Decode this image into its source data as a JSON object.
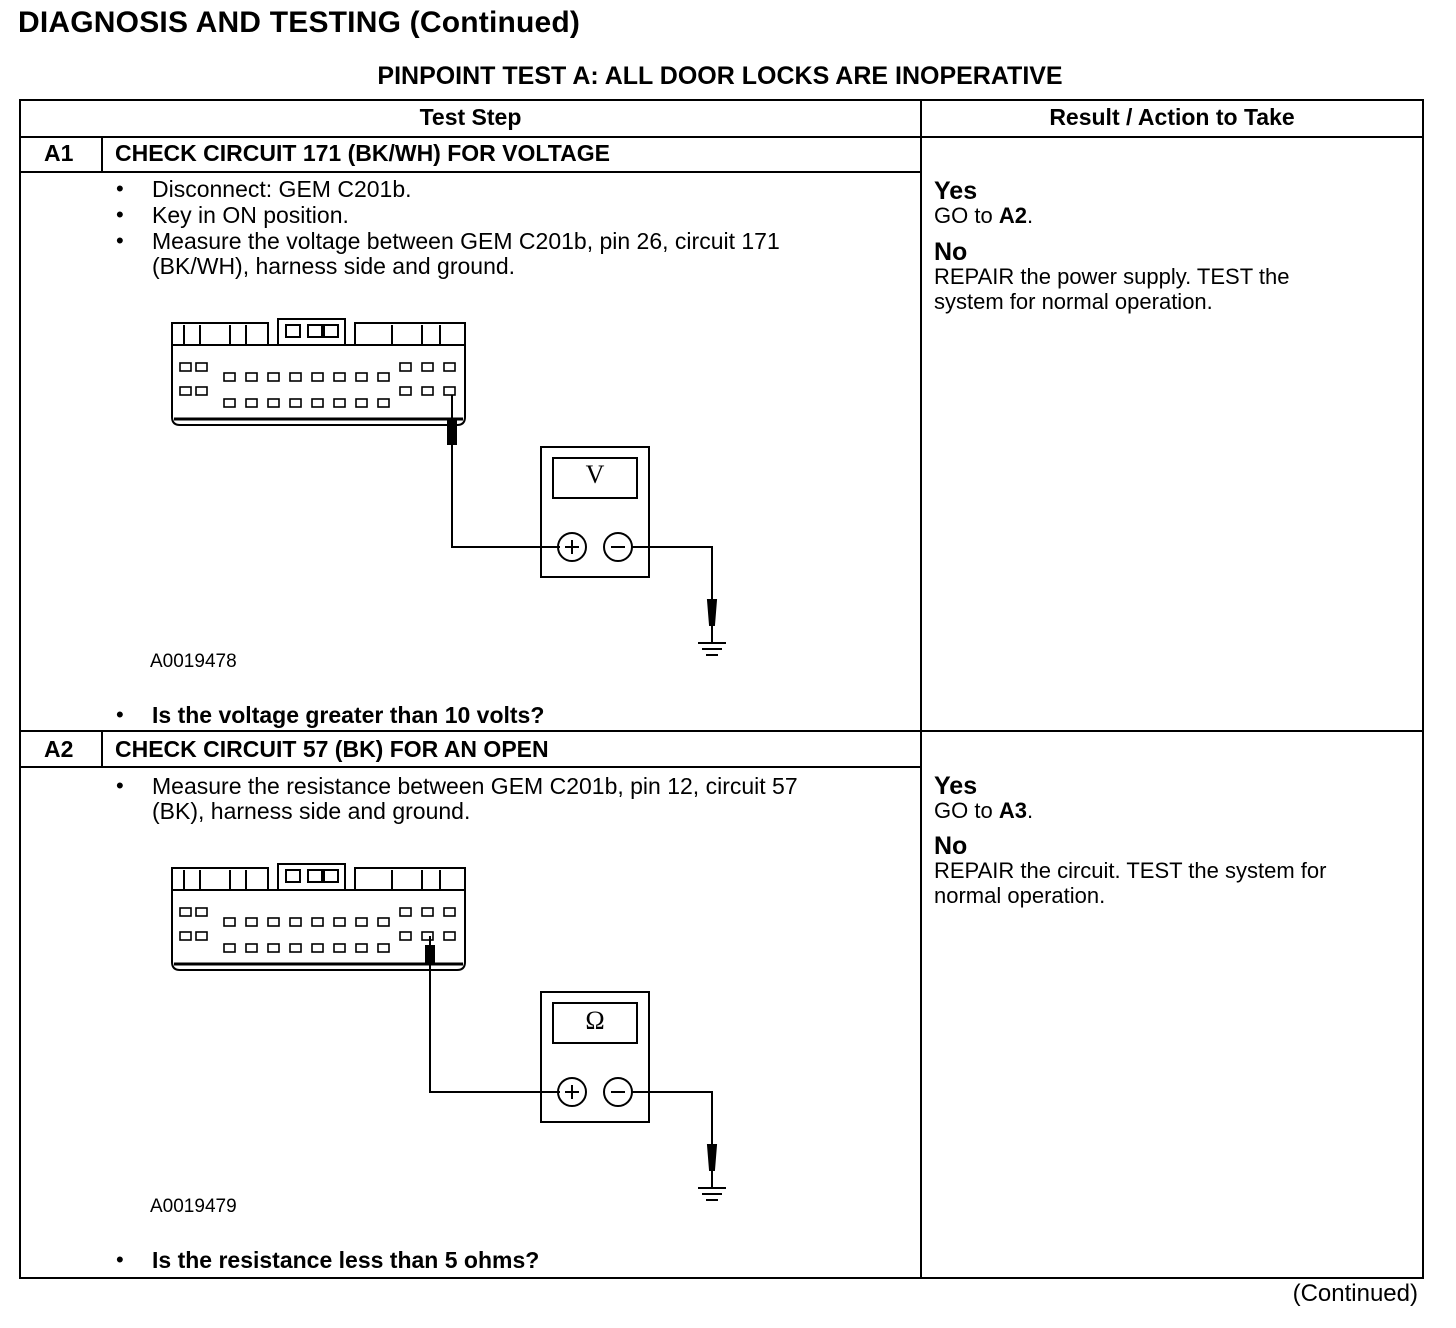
{
  "page": {
    "heading": "DIAGNOSIS AND TESTING (Continued)",
    "subheading": "PINPOINT TEST  A: ALL DOOR LOCKS ARE INOPERATIVE",
    "continued_label": "(Continued)"
  },
  "table": {
    "col_test_step": "Test Step",
    "col_result": "Result / Action to Take"
  },
  "steps": [
    {
      "id": "A1",
      "title": "CHECK CIRCUIT 171 (BK/WH) FOR VOLTAGE",
      "bullets": [
        "Disconnect: GEM C201b.",
        "Key in ON position.",
        "Measure the voltage between GEM C201b, pin 26, circuit 171",
        "(BK/WH), harness side and ground."
      ],
      "figure_code": "A0019478",
      "meter_symbol": "V",
      "question": "Is the voltage greater than 10 volts?",
      "yes_label": "Yes",
      "yes_text": "GO to",
      "yes_target": "A2",
      "yes_suffix": ".",
      "no_label": "No",
      "no_text_1": "REPAIR the power supply. TEST the",
      "no_text_2": "system for normal operation."
    },
    {
      "id": "A2",
      "title": "CHECK CIRCUIT 57 (BK) FOR AN OPEN",
      "bullets": [
        "Measure the resistance between GEM C201b, pin 12, circuit 57",
        "(BK), harness side and ground."
      ],
      "figure_code": "A0019479",
      "meter_symbol": "Ω",
      "question": "Is the resistance less than 5 ohms?",
      "yes_label": "Yes",
      "yes_text": "GO to",
      "yes_target": "A3",
      "yes_suffix": ".",
      "no_label": "No",
      "no_text_1": "REPAIR the circuit. TEST the system for",
      "no_text_2": "normal operation."
    }
  ]
}
